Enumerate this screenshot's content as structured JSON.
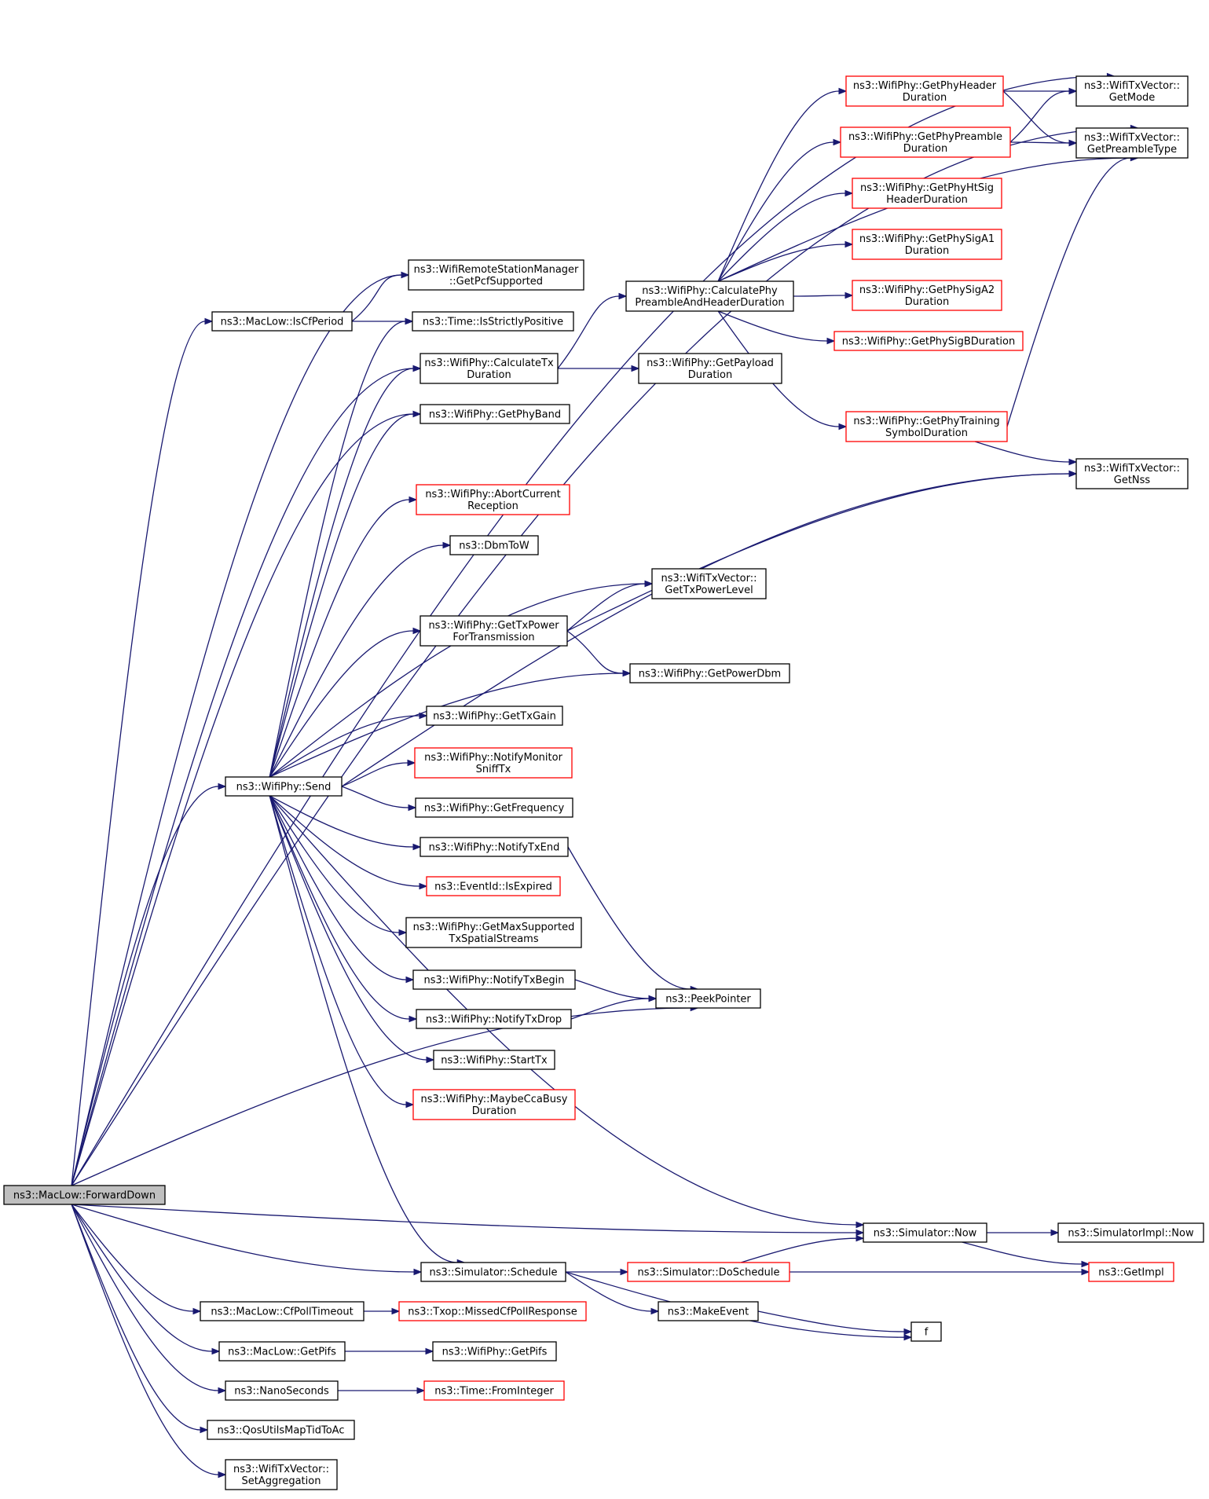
{
  "nodes": [
    {
      "id": "fwd",
      "lines": [
        "ns3::MacLow::ForwardDown"
      ],
      "style": "root"
    },
    {
      "id": "txv_mode",
      "lines": [
        "ns3::WifiTxVector::",
        "GetMode"
      ],
      "style": "black"
    },
    {
      "id": "txv_pre",
      "lines": [
        "ns3::WifiTxVector::",
        "GetPreambleType"
      ],
      "style": "black"
    },
    {
      "id": "phy_hdr",
      "lines": [
        "ns3::WifiPhy::GetPhyHeader",
        "Duration"
      ],
      "style": "red"
    },
    {
      "id": "phy_pre",
      "lines": [
        "ns3::WifiPhy::GetPhyPreamble",
        "Duration"
      ],
      "style": "red"
    },
    {
      "id": "phy_htsig",
      "lines": [
        "ns3::WifiPhy::GetPhyHtSig",
        "HeaderDuration"
      ],
      "style": "red"
    },
    {
      "id": "phy_siga1",
      "lines": [
        "ns3::WifiPhy::GetPhySigA1",
        "Duration"
      ],
      "style": "red"
    },
    {
      "id": "phy_siga2",
      "lines": [
        "ns3::WifiPhy::GetPhySigA2",
        "Duration"
      ],
      "style": "red"
    },
    {
      "id": "phy_sigb",
      "lines": [
        "ns3::WifiPhy::GetPhySigBDuration"
      ],
      "style": "red"
    },
    {
      "id": "phy_train",
      "lines": [
        "ns3::WifiPhy::GetPhyTraining",
        "SymbolDuration"
      ],
      "style": "red"
    },
    {
      "id": "calcphy",
      "lines": [
        "ns3::WifiPhy::CalculatePhy",
        "PreambleAndHeaderDuration"
      ],
      "style": "black"
    },
    {
      "id": "rsm_pcf",
      "lines": [
        "ns3::WifiRemoteStationManager",
        "::GetPcfSupported"
      ],
      "style": "black"
    },
    {
      "id": "iscf",
      "lines": [
        "ns3::MacLow::IsCfPeriod"
      ],
      "style": "black"
    },
    {
      "id": "strict",
      "lines": [
        "ns3::Time::IsStrictlyPositive"
      ],
      "style": "black"
    },
    {
      "id": "calctx",
      "lines": [
        "ns3::WifiPhy::CalculateTx",
        "Duration"
      ],
      "style": "black"
    },
    {
      "id": "payload",
      "lines": [
        "ns3::WifiPhy::GetPayload",
        "Duration"
      ],
      "style": "black"
    },
    {
      "id": "band",
      "lines": [
        "ns3::WifiPhy::GetPhyBand"
      ],
      "style": "black"
    },
    {
      "id": "nss",
      "lines": [
        "ns3::WifiTxVector::",
        "GetNss"
      ],
      "style": "black"
    },
    {
      "id": "abort",
      "lines": [
        "ns3::WifiPhy::AbortCurrent",
        "Reception"
      ],
      "style": "red"
    },
    {
      "id": "dbm",
      "lines": [
        "ns3::DbmToW"
      ],
      "style": "black"
    },
    {
      "id": "txpl",
      "lines": [
        "ns3::WifiTxVector::",
        "GetTxPowerLevel"
      ],
      "style": "black"
    },
    {
      "id": "txpow",
      "lines": [
        "ns3::WifiPhy::GetTxPower",
        "ForTransmission"
      ],
      "style": "black"
    },
    {
      "id": "powdbm",
      "lines": [
        "ns3::WifiPhy::GetPowerDbm"
      ],
      "style": "black"
    },
    {
      "id": "txgain",
      "lines": [
        "ns3::WifiPhy::GetTxGain"
      ],
      "style": "black"
    },
    {
      "id": "sniff",
      "lines": [
        "ns3::WifiPhy::NotifyMonitor",
        "SniffTx"
      ],
      "style": "red"
    },
    {
      "id": "send",
      "lines": [
        "ns3::WifiPhy::Send"
      ],
      "style": "black"
    },
    {
      "id": "freq",
      "lines": [
        "ns3::WifiPhy::GetFrequency"
      ],
      "style": "black"
    },
    {
      "id": "txend",
      "lines": [
        "ns3::WifiPhy::NotifyTxEnd"
      ],
      "style": "black"
    },
    {
      "id": "expired",
      "lines": [
        "ns3::EventId::IsExpired"
      ],
      "style": "red"
    },
    {
      "id": "maxss",
      "lines": [
        "ns3::WifiPhy::GetMaxSupported",
        "TxSpatialStreams"
      ],
      "style": "black"
    },
    {
      "id": "txbegin",
      "lines": [
        "ns3::WifiPhy::NotifyTxBegin"
      ],
      "style": "black"
    },
    {
      "id": "peek",
      "lines": [
        "ns3::PeekPointer"
      ],
      "style": "black"
    },
    {
      "id": "txdrop",
      "lines": [
        "ns3::WifiPhy::NotifyTxDrop"
      ],
      "style": "black"
    },
    {
      "id": "starttx",
      "lines": [
        "ns3::WifiPhy::StartTx"
      ],
      "style": "black"
    },
    {
      "id": "ccabusy",
      "lines": [
        "ns3::WifiPhy::MaybeCcaBusy",
        "Duration"
      ],
      "style": "red"
    },
    {
      "id": "simnow",
      "lines": [
        "ns3::Simulator::Now"
      ],
      "style": "black"
    },
    {
      "id": "implnow",
      "lines": [
        "ns3::SimulatorImpl::Now"
      ],
      "style": "black"
    },
    {
      "id": "sched",
      "lines": [
        "ns3::Simulator::Schedule"
      ],
      "style": "black"
    },
    {
      "id": "dosched",
      "lines": [
        "ns3::Simulator::DoSchedule"
      ],
      "style": "red"
    },
    {
      "id": "getimpl",
      "lines": [
        "ns3::GetImpl"
      ],
      "style": "red"
    },
    {
      "id": "cfpoll",
      "lines": [
        "ns3::MacLow::CfPollTimeout"
      ],
      "style": "black"
    },
    {
      "id": "missed",
      "lines": [
        "ns3::Txop::MissedCfPollResponse"
      ],
      "style": "red"
    },
    {
      "id": "mkevent",
      "lines": [
        "ns3::MakeEvent"
      ],
      "style": "black"
    },
    {
      "id": "f",
      "lines": [
        "f"
      ],
      "style": "black"
    },
    {
      "id": "pifs",
      "lines": [
        "ns3::MacLow::GetPifs"
      ],
      "style": "black"
    },
    {
      "id": "phypifs",
      "lines": [
        "ns3::WifiPhy::GetPifs"
      ],
      "style": "black"
    },
    {
      "id": "nano",
      "lines": [
        "ns3::NanoSeconds"
      ],
      "style": "black"
    },
    {
      "id": "fromint",
      "lines": [
        "ns3::Time::FromInteger"
      ],
      "style": "red"
    },
    {
      "id": "qos",
      "lines": [
        "ns3::QosUtilsMapTidToAc"
      ],
      "style": "black"
    },
    {
      "id": "setagg",
      "lines": [
        "ns3::WifiTxVector::",
        "SetAggregation"
      ],
      "style": "black"
    }
  ],
  "edges": [
    [
      "fwd",
      "txv_mode"
    ],
    [
      "fwd",
      "txv_pre"
    ],
    [
      "fwd",
      "rsm_pcf"
    ],
    [
      "fwd",
      "iscf"
    ],
    [
      "fwd",
      "calctx"
    ],
    [
      "fwd",
      "band"
    ],
    [
      "fwd",
      "send"
    ],
    [
      "fwd",
      "peek"
    ],
    [
      "fwd",
      "simnow"
    ],
    [
      "fwd",
      "sched"
    ],
    [
      "fwd",
      "cfpoll"
    ],
    [
      "fwd",
      "pifs"
    ],
    [
      "fwd",
      "nano"
    ],
    [
      "fwd",
      "qos"
    ],
    [
      "fwd",
      "setagg"
    ],
    [
      "iscf",
      "rsm_pcf"
    ],
    [
      "iscf",
      "strict"
    ],
    [
      "calctx",
      "calcphy"
    ],
    [
      "calctx",
      "payload"
    ],
    [
      "calcphy",
      "phy_hdr"
    ],
    [
      "calcphy",
      "phy_pre"
    ],
    [
      "calcphy",
      "phy_htsig"
    ],
    [
      "calcphy",
      "phy_siga1"
    ],
    [
      "calcphy",
      "phy_siga2"
    ],
    [
      "calcphy",
      "phy_sigb"
    ],
    [
      "calcphy",
      "phy_train"
    ],
    [
      "calcphy",
      "txv_pre"
    ],
    [
      "phy_hdr",
      "txv_mode"
    ],
    [
      "phy_hdr",
      "txv_pre"
    ],
    [
      "phy_pre",
      "txv_mode"
    ],
    [
      "phy_pre",
      "txv_pre"
    ],
    [
      "phy_train",
      "txv_pre"
    ],
    [
      "phy_train",
      "nss"
    ],
    [
      "send",
      "strict"
    ],
    [
      "send",
      "calctx"
    ],
    [
      "send",
      "band"
    ],
    [
      "send",
      "nss"
    ],
    [
      "send",
      "abort"
    ],
    [
      "send",
      "dbm"
    ],
    [
      "send",
      "txpl"
    ],
    [
      "send",
      "txpow"
    ],
    [
      "send",
      "powdbm"
    ],
    [
      "send",
      "txgain"
    ],
    [
      "send",
      "sniff"
    ],
    [
      "send",
      "freq"
    ],
    [
      "send",
      "txend"
    ],
    [
      "send",
      "expired"
    ],
    [
      "send",
      "maxss"
    ],
    [
      "send",
      "txbegin"
    ],
    [
      "send",
      "txdrop"
    ],
    [
      "send",
      "starttx"
    ],
    [
      "send",
      "ccabusy"
    ],
    [
      "send",
      "simnow"
    ],
    [
      "send",
      "sched"
    ],
    [
      "txpow",
      "txpl"
    ],
    [
      "txpow",
      "powdbm"
    ],
    [
      "txpow",
      "nss"
    ],
    [
      "txend",
      "peek"
    ],
    [
      "txbegin",
      "peek"
    ],
    [
      "txdrop",
      "peek"
    ],
    [
      "simnow",
      "implnow"
    ],
    [
      "simnow",
      "getimpl"
    ],
    [
      "sched",
      "dosched"
    ],
    [
      "sched",
      "mkevent"
    ],
    [
      "sched",
      "f"
    ],
    [
      "dosched",
      "simnow"
    ],
    [
      "dosched",
      "getimpl"
    ],
    [
      "mkevent",
      "f"
    ],
    [
      "cfpoll",
      "missed"
    ],
    [
      "pifs",
      "phypifs"
    ],
    [
      "nano",
      "fromint"
    ]
  ]
}
